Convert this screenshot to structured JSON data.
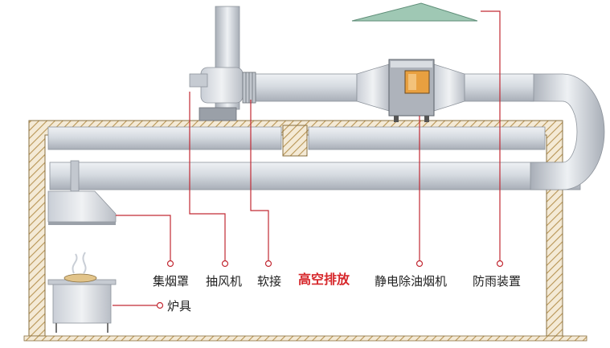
{
  "labels": {
    "hood": "集烟罩",
    "fan": "抽风机",
    "joint": "软接",
    "highair": "高空排放",
    "esp": "静电除油烟机",
    "rain": "防雨装置",
    "stove": "炉具"
  },
  "colors": {
    "duct": "#d4d8de",
    "wall_hatch": "#c8a86a",
    "leader": "#c22a34",
    "highlight": "#d6262a",
    "esp_window": "#e8a040",
    "canopy": "#9fc8b4"
  }
}
